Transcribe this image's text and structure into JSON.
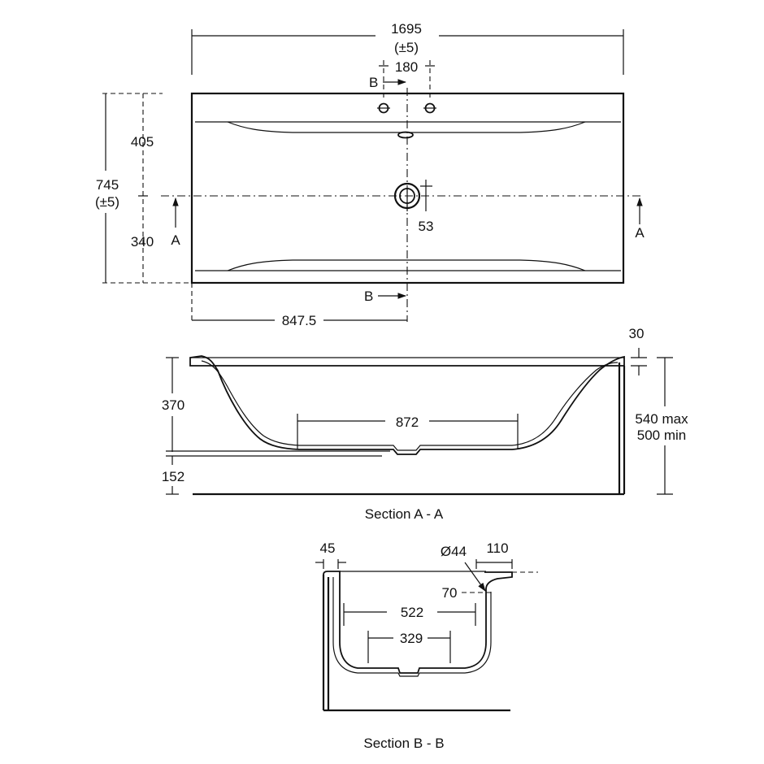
{
  "plan": {
    "overall_length": "1695",
    "overall_length_tol": "(±5)",
    "overall_width": "745",
    "overall_width_tol": "(±5)",
    "tap_spacing": "180",
    "to_centre_back": "405",
    "to_centre_front": "340",
    "waste_offset": "53",
    "half_length": "847.5",
    "section_a": "A",
    "section_b": "B"
  },
  "section_aa": {
    "title": "Section A - A",
    "rim": "30",
    "depth": "370",
    "floor_length": "872",
    "feet_height": "152",
    "height_range_max": "540 max",
    "height_range_min": "500 min"
  },
  "section_bb": {
    "title": "Section B - B",
    "rim_left": "45",
    "waste_dia": "Ø44",
    "rim_right": "110",
    "tap_drop": "70",
    "top_width": "522",
    "bottom_width": "329"
  }
}
